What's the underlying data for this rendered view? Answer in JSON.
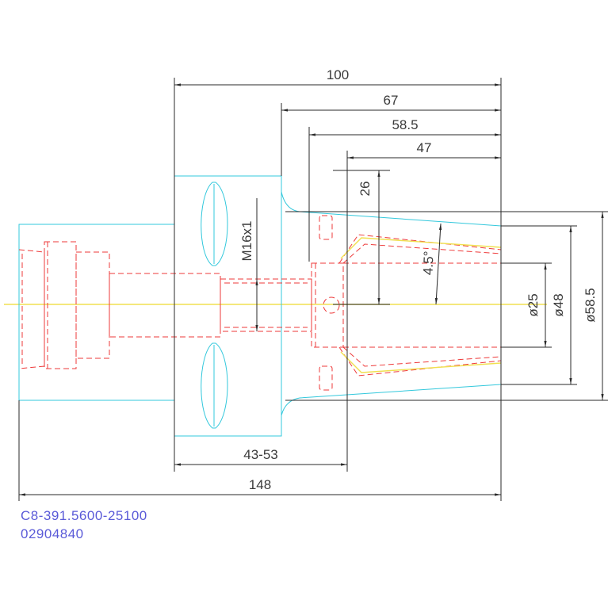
{
  "title_block": {
    "part_number": "C8-391.5600-25100",
    "article_number": "02904840"
  },
  "dimensions": {
    "overall_length": "148",
    "length_100": "100",
    "length_67": "67",
    "length_58_5": "58.5",
    "length_47": "47",
    "length_26": "26",
    "range_43_53": "43-53",
    "thread": "M16x1",
    "angle": "4.5°",
    "dia_25": "ø25",
    "dia_48": "ø48",
    "dia_58_5": "ø58.5"
  },
  "colors": {
    "outline": "#33c8dc",
    "hidden": "#ee3a3a",
    "centerline": "#f0e050",
    "dimension": "#2a2a2a",
    "text_code": "#5a5ad8"
  }
}
